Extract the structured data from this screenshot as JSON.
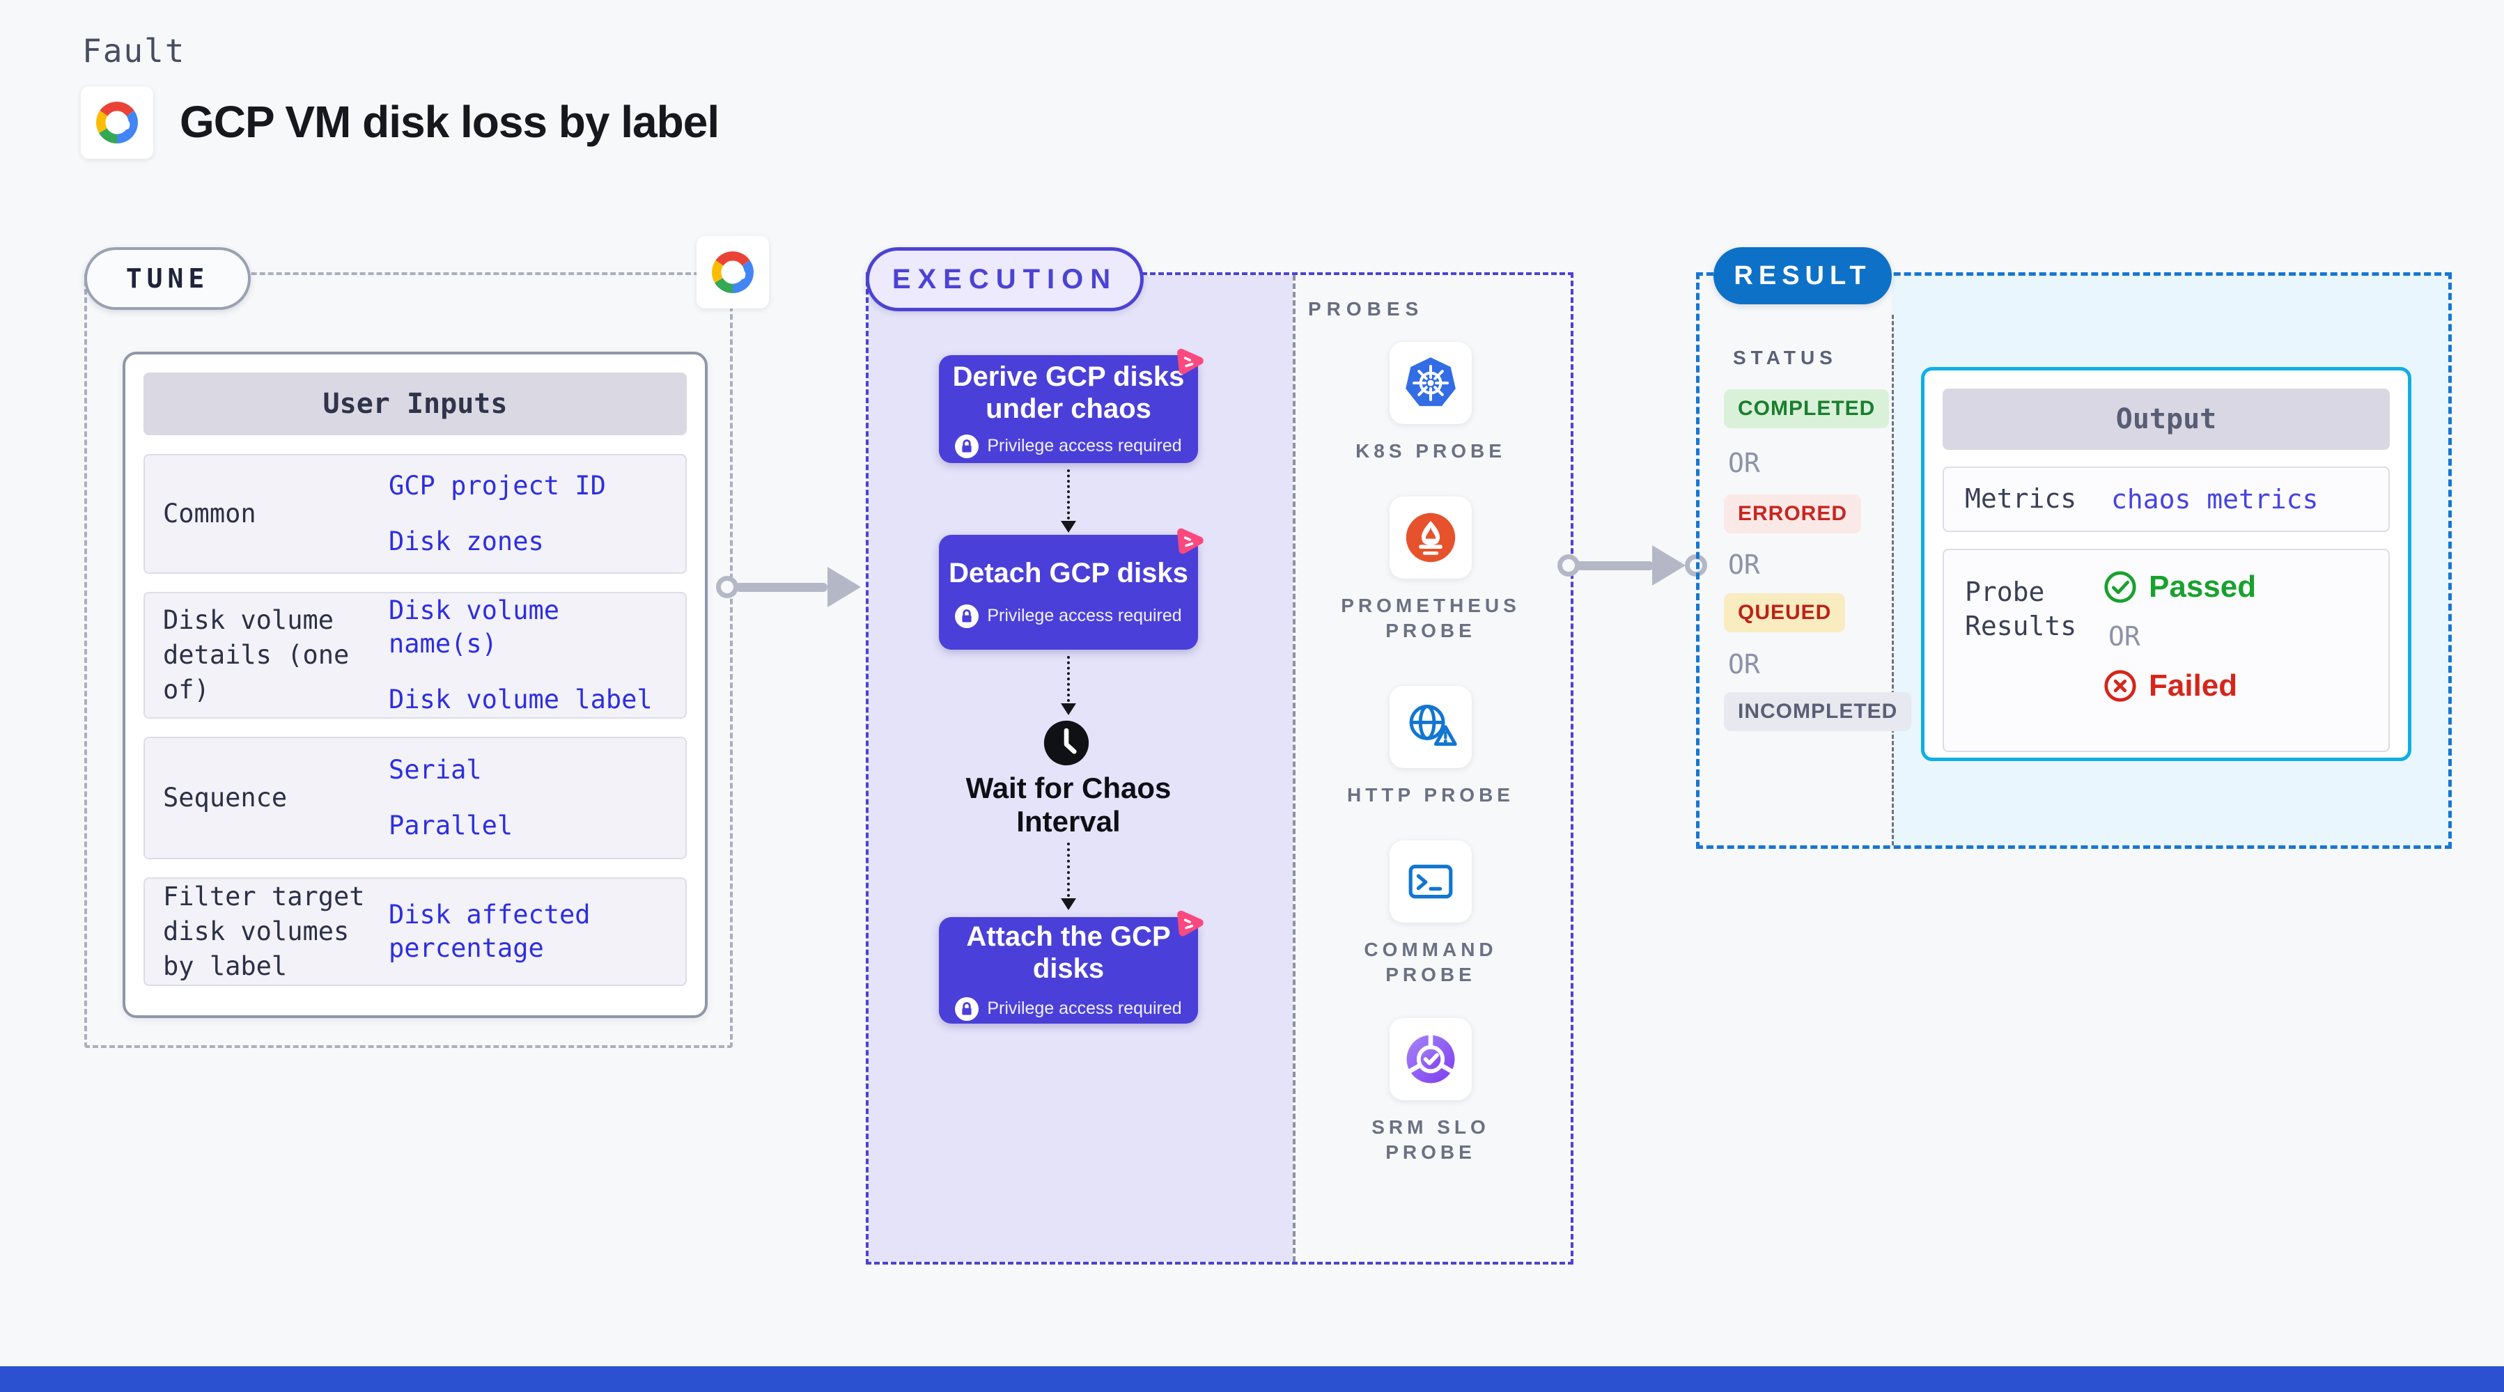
{
  "header": {
    "fault_label": "Fault",
    "title": "GCP VM disk loss by label"
  },
  "tune": {
    "badge": "TUNE",
    "card": {
      "header": "User Inputs",
      "rows": [
        {
          "label": "Common",
          "values": [
            "GCP project ID",
            "Disk zones"
          ]
        },
        {
          "label": "Disk volume details (one of)",
          "values": [
            "Disk volume name(s)",
            "Disk volume label"
          ]
        },
        {
          "label": "Sequence",
          "values": [
            "Serial",
            "Parallel"
          ]
        },
        {
          "label": "Filter target disk volumes by label",
          "values": [
            "Disk affected percentage"
          ]
        }
      ]
    }
  },
  "execution": {
    "badge": "EXECUTION",
    "privilege_note": "Privilege access required",
    "steps": [
      {
        "title_lines": [
          "Derive GCP disks",
          "under chaos"
        ]
      },
      {
        "title_lines": [
          "Detach GCP disks"
        ]
      },
      {
        "title_lines": [
          "Attach the GCP disks"
        ]
      }
    ],
    "wait_lines": [
      "Wait for Chaos",
      "Interval"
    ]
  },
  "probes": {
    "title": "PROBES",
    "items": [
      {
        "icon": "kubernetes-icon",
        "lines": [
          "K8S PROBE"
        ]
      },
      {
        "icon": "prometheus-icon",
        "lines": [
          "PROMETHEUS",
          "PROBE"
        ]
      },
      {
        "icon": "http-globe-warning-icon",
        "lines": [
          "HTTP PROBE"
        ]
      },
      {
        "icon": "command-terminal-icon",
        "lines": [
          "COMMAND",
          "PROBE"
        ]
      },
      {
        "icon": "srm-slo-icon",
        "lines": [
          "SRM SLO",
          "PROBE"
        ]
      }
    ]
  },
  "result": {
    "badge": "RESULT",
    "status_title": "STATUS",
    "or_label": "OR",
    "statuses": [
      {
        "label": "COMPLETED",
        "type": "completed"
      },
      {
        "label": "ERRORED",
        "type": "errored"
      },
      {
        "label": "QUEUED",
        "type": "queued"
      },
      {
        "label": "INCOMPLETED",
        "type": "incompleted"
      }
    ],
    "output": {
      "header": "Output",
      "metrics_label": "Metrics",
      "metrics_value": "chaos metrics",
      "probe_label": "Probe Results",
      "passed": "Passed",
      "failed": "Failed"
    }
  },
  "colors": {
    "page_background": "#f7f8fa",
    "accent_indigo": "#4c42d4",
    "execution_fill": "#e4e3fa",
    "step_card_purple": "#4b3fd9",
    "chaos_flag_pink": "#f9497f",
    "value_blue": "#2e2ee0",
    "result_pill_blue": "#0e71c8",
    "result_dash_blue": "#1677d2",
    "result_fill_cyan": "#e9f6fd",
    "output_border_cyan": "#10aee4",
    "completed_green": "#1b7e2f",
    "errored_red": "#c62721",
    "queued_red": "#bb2319",
    "passed_green": "#18a12e",
    "failed_red": "#d6251b",
    "bottom_bar_blue": "#2b51d0"
  }
}
